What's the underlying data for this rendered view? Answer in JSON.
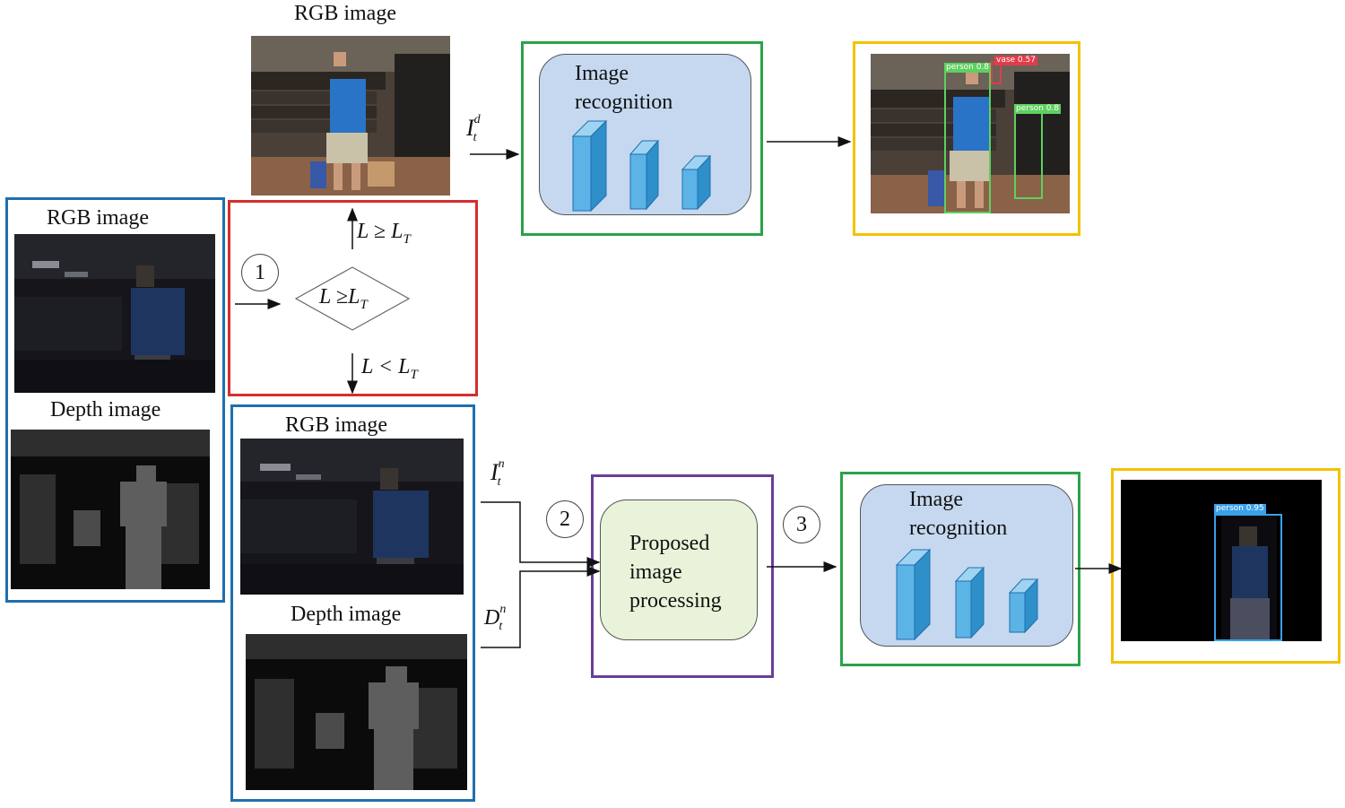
{
  "labels": {
    "rgb_top": "RGB image",
    "rgb_left": "RGB image",
    "depth_left": "Depth image",
    "rgb_bottom": "RGB image",
    "depth_bottom": "Depth image",
    "recog_top_1": "Image",
    "recog_top_2": "recognition",
    "recog_bottom_1": "Image",
    "recog_bottom_2": "recognition",
    "proc_1": "Proposed",
    "proc_2": "image",
    "proc_3": "processing"
  },
  "steps": {
    "s1": "1",
    "s2": "2",
    "s3": "3"
  },
  "math": {
    "it_d_base": "I",
    "it_d_sup": "d",
    "it_d_sub": "t",
    "it_n_base": "I",
    "it_n_sup": "n",
    "it_n_sub": "t",
    "dt_n_base": "D",
    "dt_n_sup": "n",
    "dt_n_sub": "t",
    "cond_ge_up": "L ≥ L",
    "cond_sub_T": "T",
    "cond_ge_mid": "L ≥L",
    "cond_lt": "L < L"
  },
  "detections": {
    "top_person1": "person 0.8",
    "top_vase": "vase 0.57",
    "top_person2": "person 0.8",
    "bottom_person": "person 0.95"
  },
  "colors": {
    "blue_frame": "#1f6fae",
    "red_frame": "#d62d2d",
    "green_frame": "#2aa348",
    "yellow_frame": "#f2c200",
    "purple_frame": "#6a3d9a",
    "recog_fill": "#c5d8f0",
    "proc_fill": "#e9f3d9",
    "block_fill": "#5bb3e6"
  }
}
